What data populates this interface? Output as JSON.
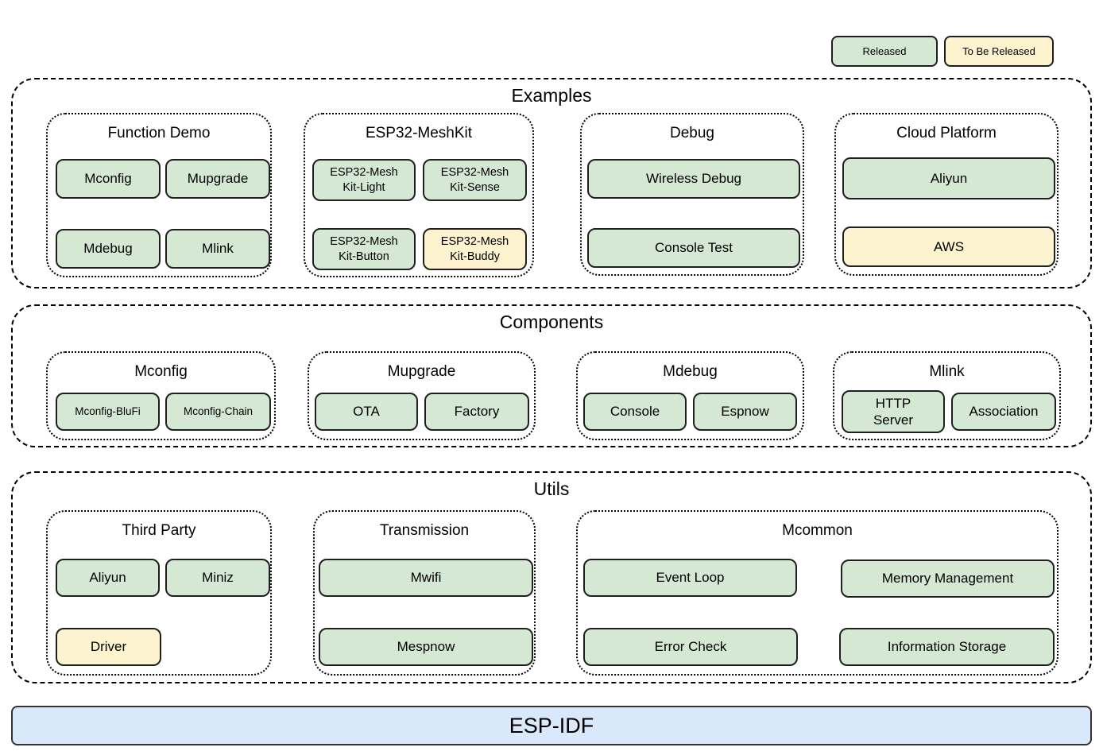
{
  "legend": {
    "released_label": "Released",
    "to_be_released_label": "To Be Released"
  },
  "colors": {
    "released_fill": "#d5e8d4",
    "to_be_released_fill": "#fdf3cf",
    "esp_idf_fill": "#dae8fc",
    "box_border": "#1f1f1f"
  },
  "examples": {
    "title": "Examples",
    "function_demo": {
      "title": "Function Demo",
      "items": {
        "mconfig": "Mconfig",
        "mupgrade": "Mupgrade",
        "mdebug": "Mdebug",
        "mlink": "Mlink"
      }
    },
    "esp32_meshkit": {
      "title": "ESP32-MeshKit",
      "items": {
        "light": "ESP32-Mesh\nKit-Light",
        "sense": "ESP32-Mesh\nKit-Sense",
        "button": "ESP32-Mesh\nKit-Button",
        "buddy": "ESP32-Mesh\nKit-Buddy"
      }
    },
    "debug": {
      "title": "Debug",
      "items": {
        "wireless_debug": "Wireless Debug",
        "console_test": "Console Test"
      }
    },
    "cloud_platform": {
      "title": "Cloud Platform",
      "items": {
        "aliyun": "Aliyun",
        "aws": "AWS"
      }
    }
  },
  "components": {
    "title": "Components",
    "mconfig": {
      "title": "Mconfig",
      "items": {
        "blufi": "Mconfig-BluFi",
        "chain": "Mconfig-Chain"
      }
    },
    "mupgrade": {
      "title": "Mupgrade",
      "items": {
        "ota": "OTA",
        "factory": "Factory"
      }
    },
    "mdebug": {
      "title": "Mdebug",
      "items": {
        "console": "Console",
        "espnow": "Espnow"
      }
    },
    "mlink": {
      "title": "Mlink",
      "items": {
        "http_server": "HTTP\nServer",
        "association": "Association"
      }
    }
  },
  "utils": {
    "title": "Utils",
    "third_party": {
      "title": "Third Party",
      "items": {
        "aliyun": "Aliyun",
        "miniz": "Miniz",
        "driver": "Driver"
      }
    },
    "transmission": {
      "title": "Transmission",
      "items": {
        "mwifi": "Mwifi",
        "mespnow": "Mespnow"
      }
    },
    "mcommon": {
      "title": "Mcommon",
      "items": {
        "event_loop": "Event Loop",
        "memory_management": "Memory Management",
        "error_check": "Error Check",
        "information_storage": "Information Storage"
      }
    }
  },
  "base": {
    "title": "ESP-IDF"
  }
}
